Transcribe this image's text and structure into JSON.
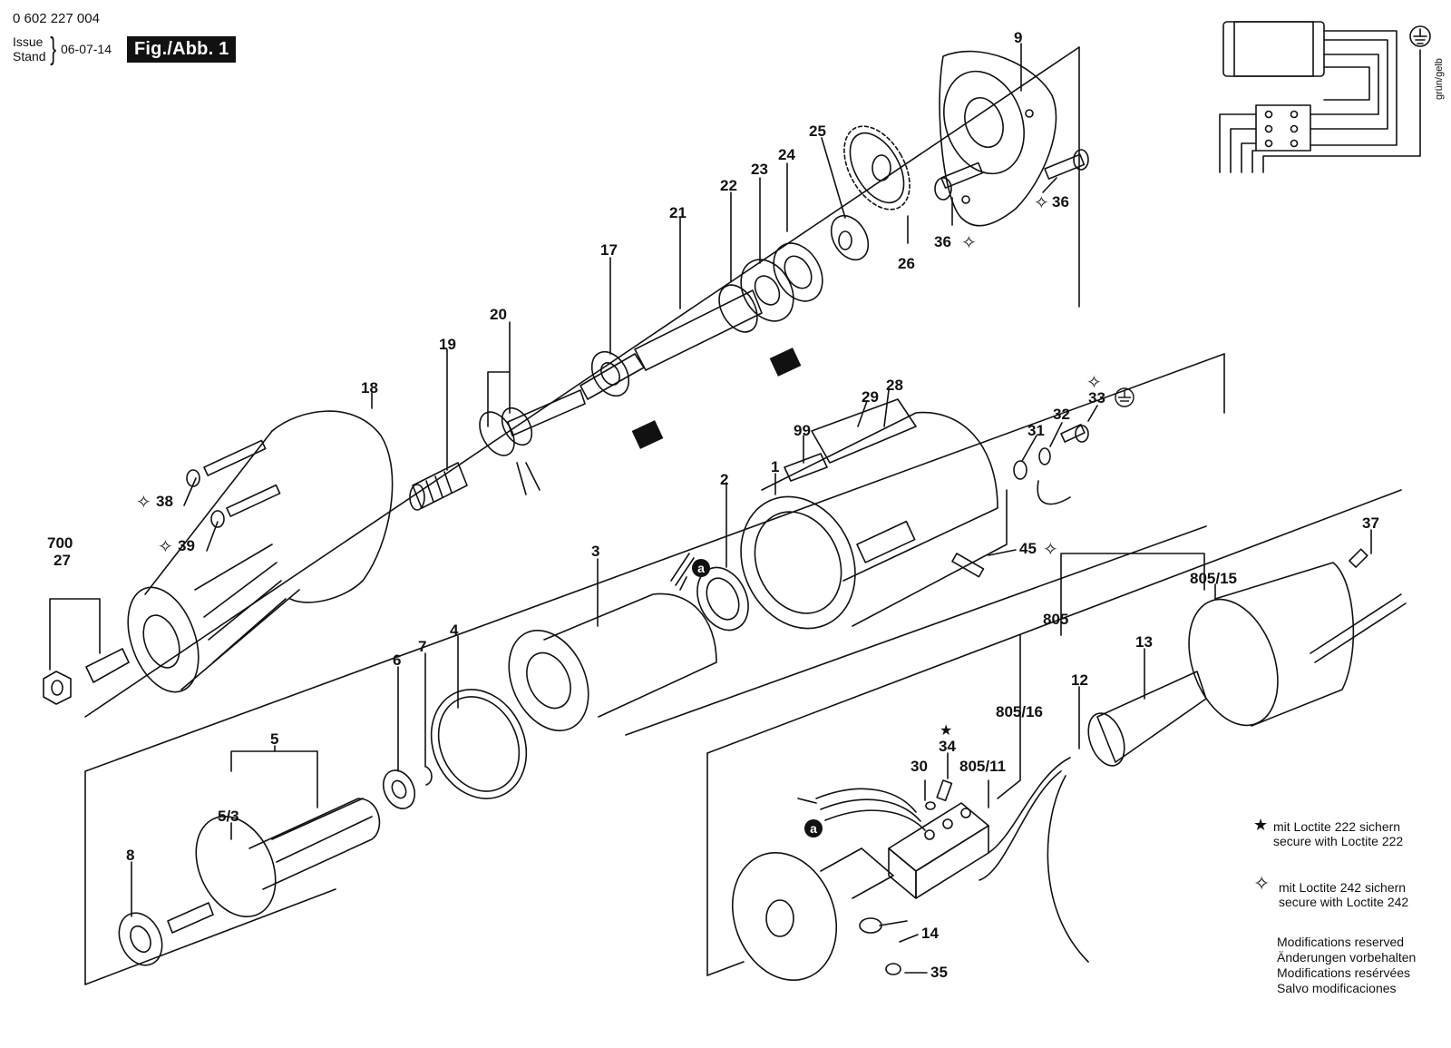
{
  "header": {
    "doc_number": "0 602 227 004",
    "issue_label": "Issue",
    "stand_label": "Stand",
    "issue_date": "06-07-14",
    "figure_title": "Fig./Abb. 1"
  },
  "wiring_diagram": {
    "ground_wire_label": "grün/gelb"
  },
  "callouts": {
    "c9": "9",
    "c25": "25",
    "c24": "24",
    "c23": "23",
    "c22": "22",
    "c21": "21",
    "c26": "26",
    "c36a": "36",
    "c36b": "36",
    "c17": "17",
    "c20": "20",
    "c19": "19",
    "c18": "18",
    "c38": "38",
    "c39": "39",
    "c700": "700",
    "c27": "27",
    "c28": "28",
    "c29": "29",
    "c99": "99",
    "c1": "1",
    "c2": "2",
    "c31": "31",
    "c32": "32",
    "c33": "33",
    "c45": "45",
    "c3": "3",
    "ca1": "a",
    "c4": "4",
    "c6": "6",
    "c7": "7",
    "c5": "5",
    "c53": "5/3",
    "c8": "8",
    "c37": "37",
    "c80515": "805/15",
    "c805": "805",
    "c13": "13",
    "c12": "12",
    "c80516": "805/16",
    "c34": "34",
    "c30": "30",
    "c80511": "805/11",
    "ca2": "a",
    "c14": "14",
    "c35": "35"
  },
  "legend": {
    "star_line1": "mit Loctite 222 sichern",
    "star_line2": "secure with Loctite 222",
    "diamond_line1": "mit Loctite 242 sichern",
    "diamond_line2": "secure with Loctite 242",
    "star_symbol": "★",
    "diamond_symbol": "✧"
  },
  "modifications": {
    "line1": "Modifications reserved",
    "line2": "Änderungen vorbehalten",
    "line3": "Modifications resérvées",
    "line4": "Salvo modificaciones"
  }
}
